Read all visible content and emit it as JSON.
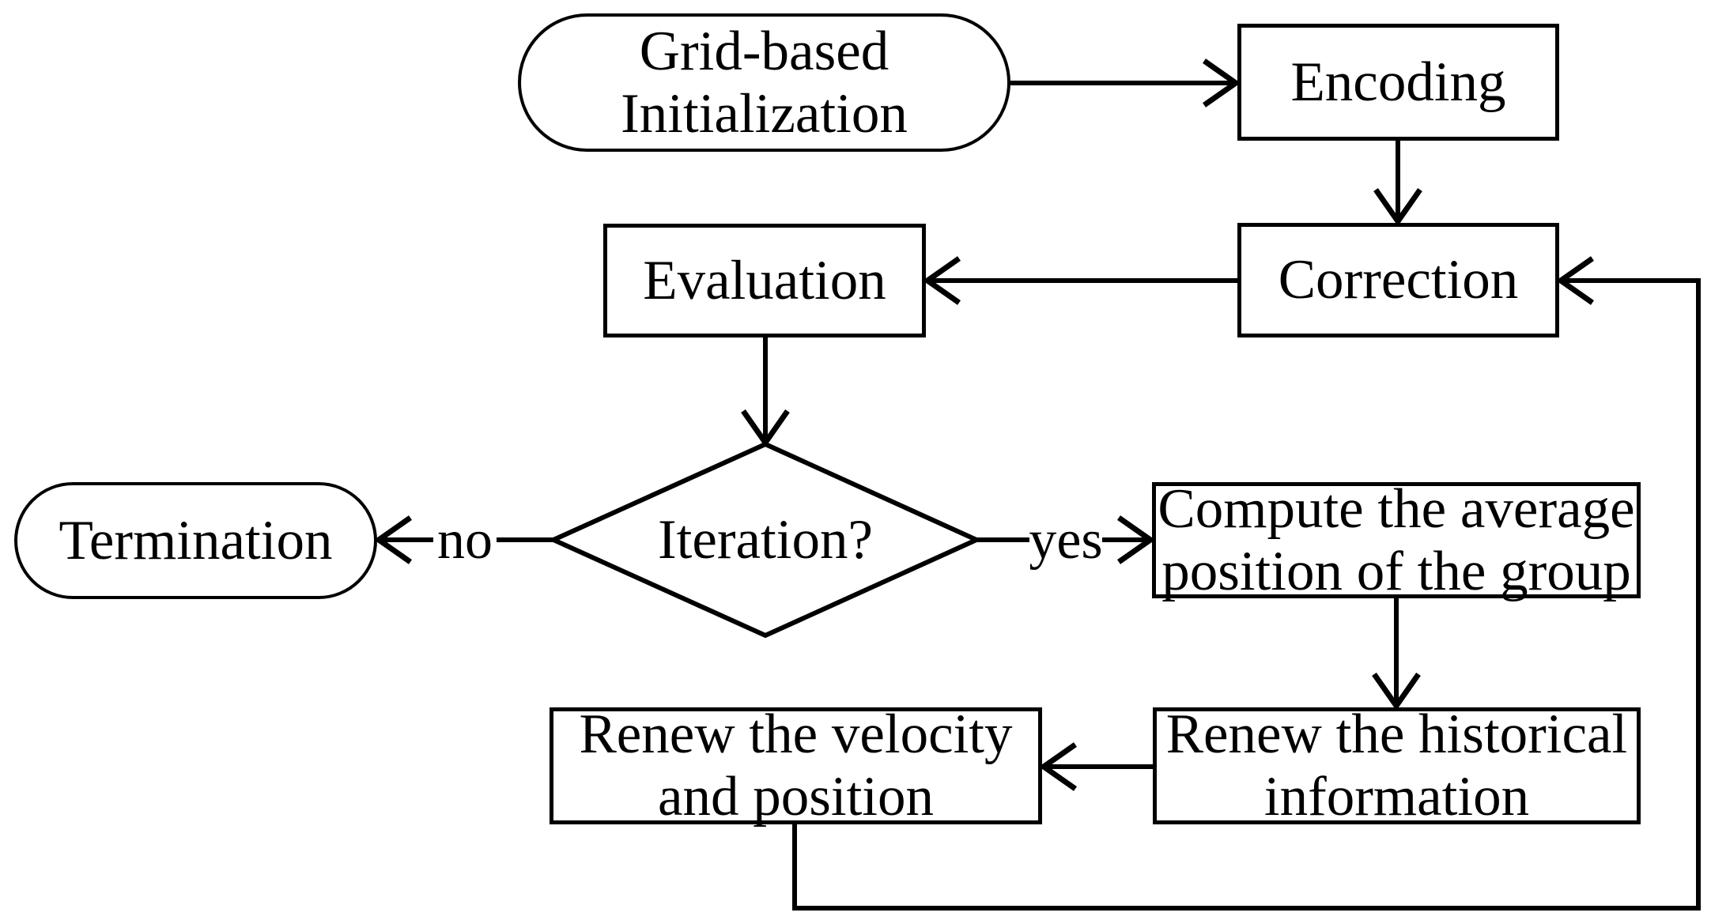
{
  "diagram": {
    "colors": {
      "stroke": "#000000",
      "background": "#ffffff"
    },
    "nodes": {
      "init": {
        "type": "terminator",
        "line1": "Grid-based",
        "line2": "Initialization"
      },
      "encoding": {
        "type": "process",
        "line1": "Encoding"
      },
      "correction": {
        "type": "process",
        "line1": "Correction"
      },
      "evaluation": {
        "type": "process",
        "line1": "Evaluation"
      },
      "iteration": {
        "type": "decision",
        "line1": "Iteration?"
      },
      "termination": {
        "type": "terminator",
        "line1": "Termination"
      },
      "compute_avg": {
        "type": "process",
        "line1": "Compute the average",
        "line2": "position of the group"
      },
      "renew_hist": {
        "type": "process",
        "line1": "Renew the historical",
        "line2": "information"
      },
      "renew_vel": {
        "type": "process",
        "line1": "Renew the velocity",
        "line2": "and position"
      }
    },
    "edge_labels": {
      "no": "no",
      "yes": "yes"
    }
  }
}
